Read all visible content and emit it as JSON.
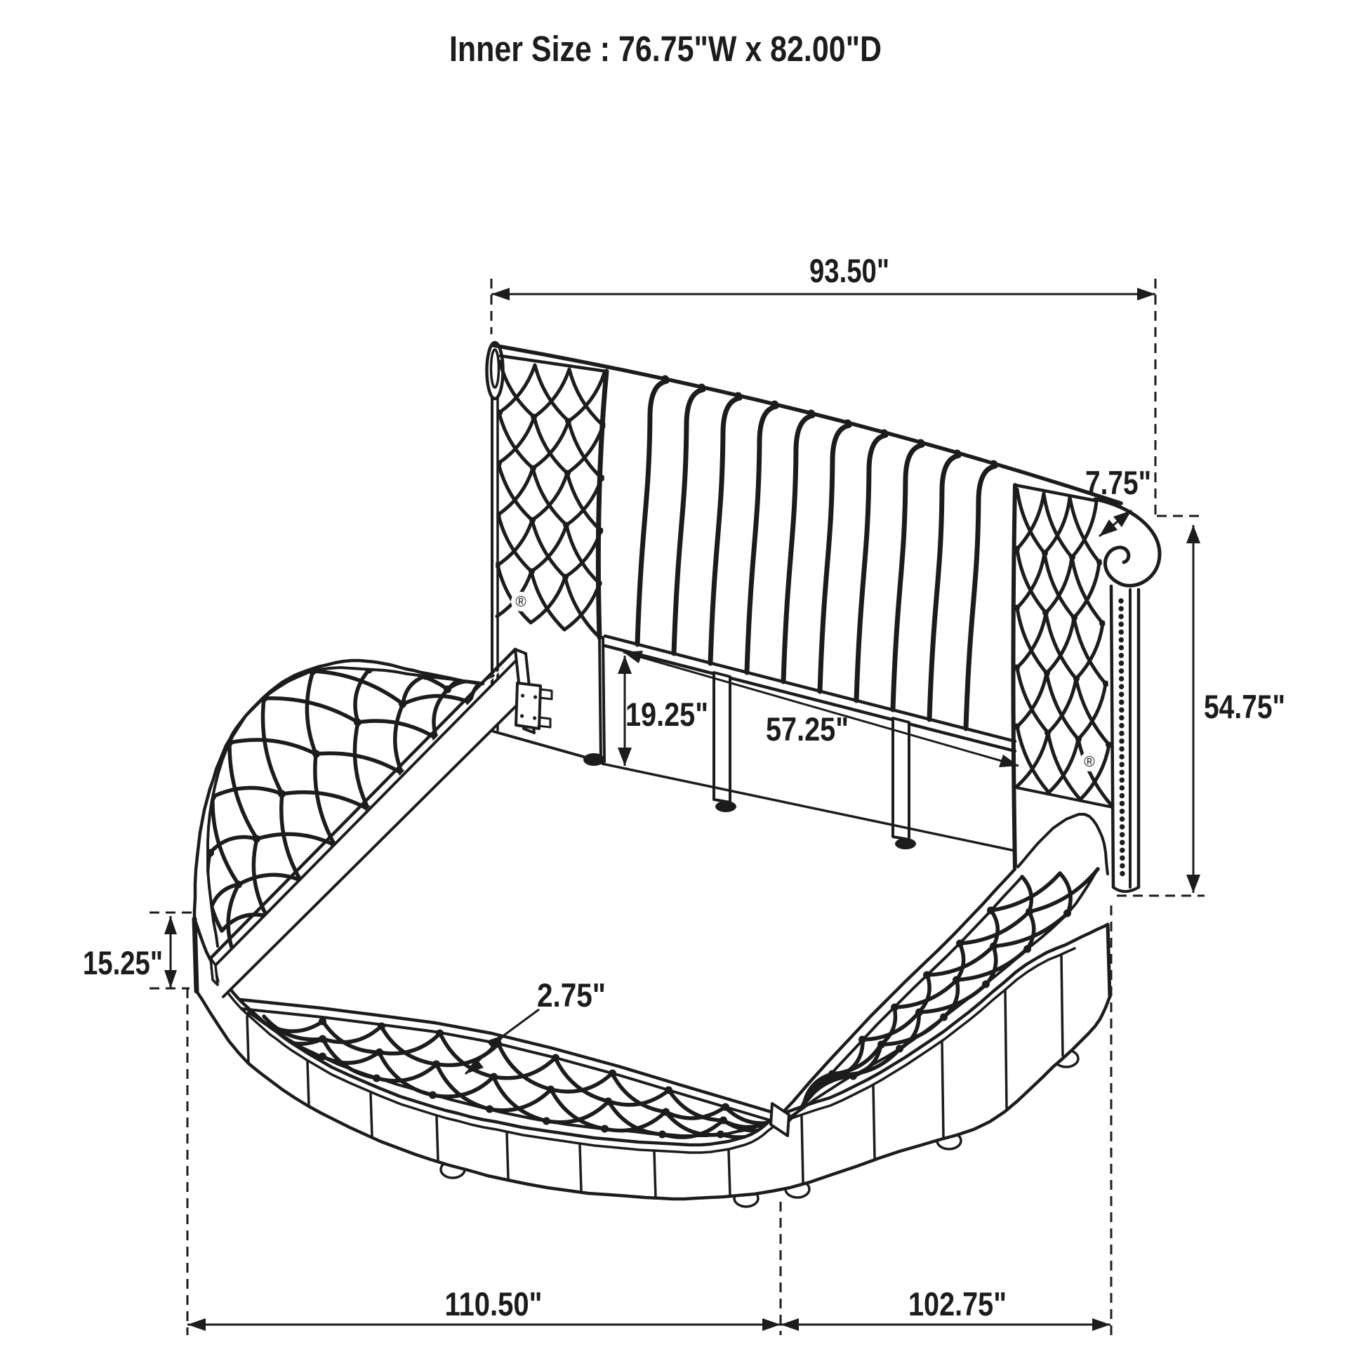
{
  "title": "Inner Size : 76.75\"W x 82.00\"D",
  "dimensions": {
    "headboard_width": "93.50\"",
    "headboard_thickness": "7.75\"",
    "headboard_height": "54.75\"",
    "headboard_clearance": "19.25\"",
    "rail_width": "57.25\"",
    "base_height": "15.25\"",
    "ledge_width": "2.75\"",
    "overall_depth": "110.50\"",
    "overall_width": "102.75\""
  },
  "registered_mark": "®",
  "colors": {
    "ink": "#1c1c1c",
    "background": "#ffffff"
  }
}
